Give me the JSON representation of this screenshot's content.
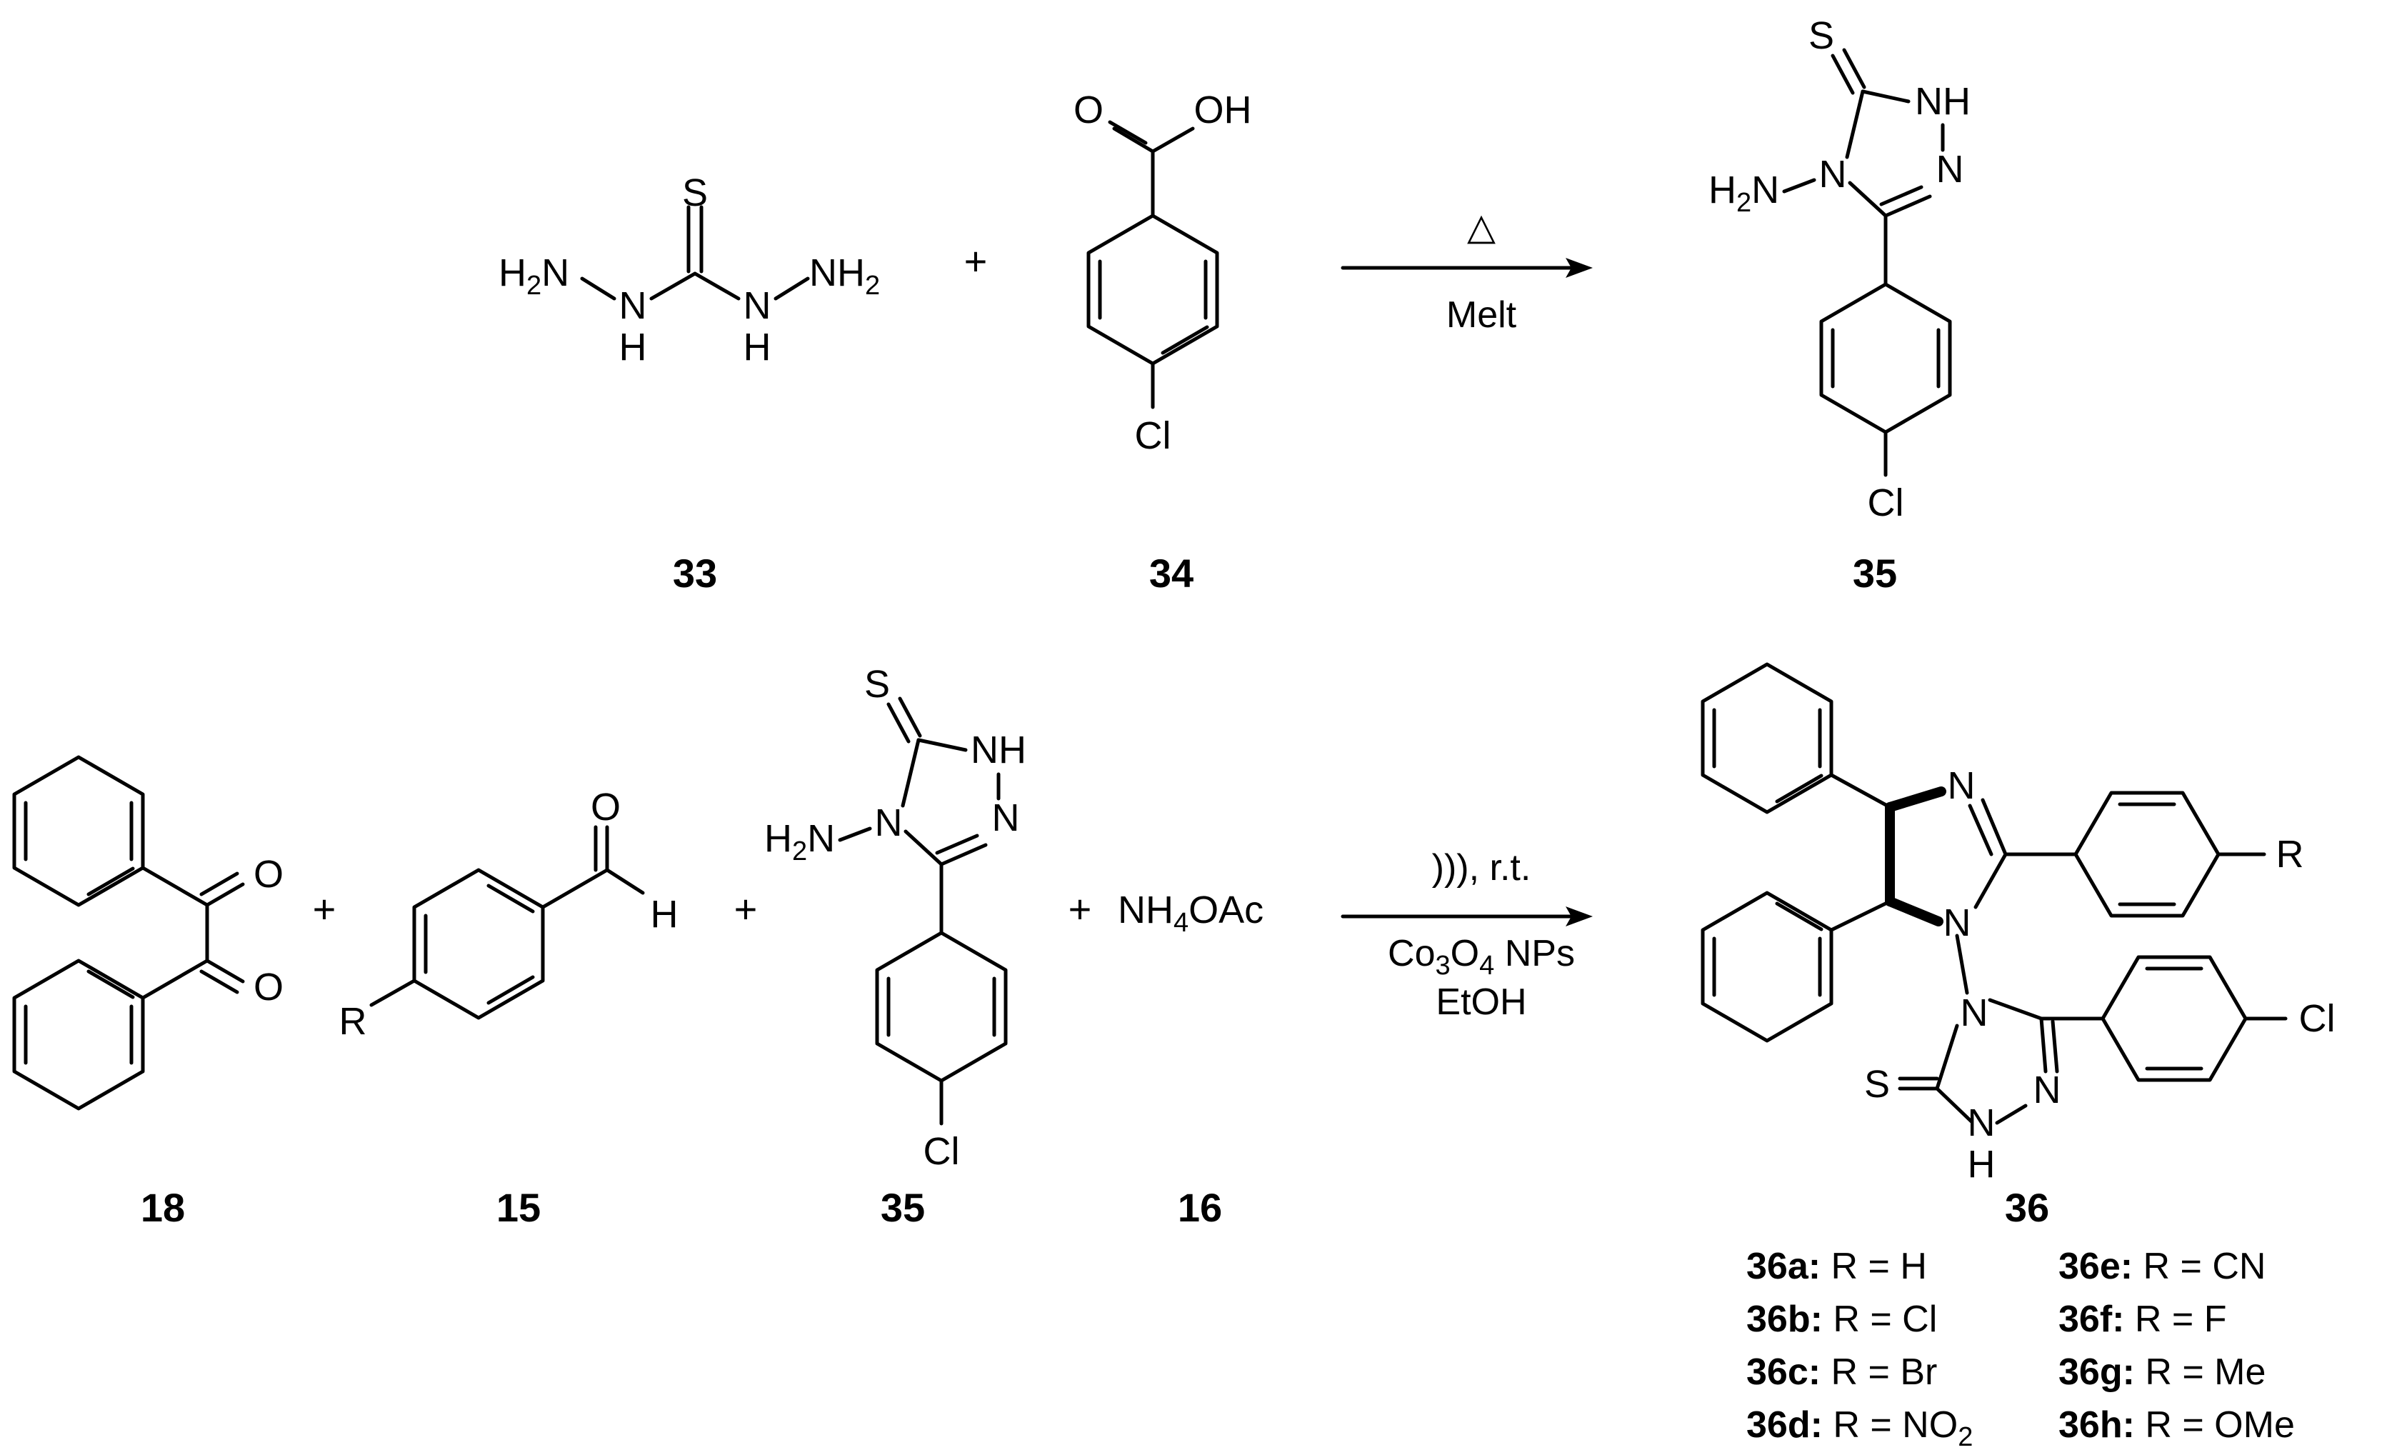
{
  "scheme": {
    "row1": {
      "reactant1": {
        "label": "33",
        "atoms": {
          "S": "S",
          "NH2_left": "H",
          "NH2_left_sub": "2",
          "NH2_left_N": "N",
          "NH_1": "N",
          "NH_1_H": "H",
          "NH_2": "N",
          "NH_2_H": "H",
          "NH2_right": "NH",
          "NH2_right_sub": "2"
        }
      },
      "plus": "+",
      "reactant2": {
        "label": "34",
        "atoms": {
          "O": "O",
          "OH": "OH",
          "Cl": "Cl"
        }
      },
      "arrow": {
        "above": "△",
        "below": "Melt"
      },
      "product": {
        "label": "35",
        "atoms": {
          "S": "S",
          "NH": "NH",
          "N": "N",
          "N4": "N",
          "H2N": "H",
          "H2N_sub": "2",
          "H2N_N": "N",
          "Cl": "Cl"
        }
      }
    },
    "row2": {
      "reactant1": {
        "label": "18",
        "atoms": {
          "O1": "O",
          "O2": "O"
        }
      },
      "plus1": "+",
      "reactant2": {
        "label": "15",
        "atoms": {
          "O": "O",
          "H": "H",
          "R": "R"
        }
      },
      "plus2": "+",
      "reactant3": {
        "label": "35",
        "atoms": {
          "S": "S",
          "NH": "NH",
          "N": "N",
          "N4": "N",
          "H2N": "H",
          "H2N_sub": "2",
          "H2N_N": "N",
          "Cl": "Cl"
        }
      },
      "plus3": "+",
      "reactant4": {
        "label": "16",
        "formula_a": "NH",
        "formula_sub": "4",
        "formula_b": "OAc"
      },
      "arrow": {
        "above": "))), r.t.",
        "below1_a": "Co",
        "below1_sub1": "3",
        "below1_b": "O",
        "below1_sub2": "4",
        "below1_c": " NPs",
        "below2": "EtOH"
      },
      "product": {
        "label": "36",
        "atoms": {
          "N_imid": "N",
          "N1_imid": "N",
          "R": "R",
          "N4_tr": "N",
          "N_tr": "N",
          "NH_N": "N",
          "NH_H": "H",
          "S": "S",
          "Cl": "Cl"
        }
      }
    },
    "r_groups": [
      {
        "id": "36a:",
        "text": " R = H"
      },
      {
        "id": "36b:",
        "text": " R = Cl"
      },
      {
        "id": "36c:",
        "text": " R = Br"
      },
      {
        "id": "36d:",
        "text": " R = NO",
        "sub": "2"
      },
      {
        "id": "36e:",
        "text": " R = CN"
      },
      {
        "id": "36f:",
        "text": " R = F"
      },
      {
        "id": "36g:",
        "text": " R = Me"
      },
      {
        "id": "36h:",
        "text": " R = OMe"
      }
    ]
  }
}
